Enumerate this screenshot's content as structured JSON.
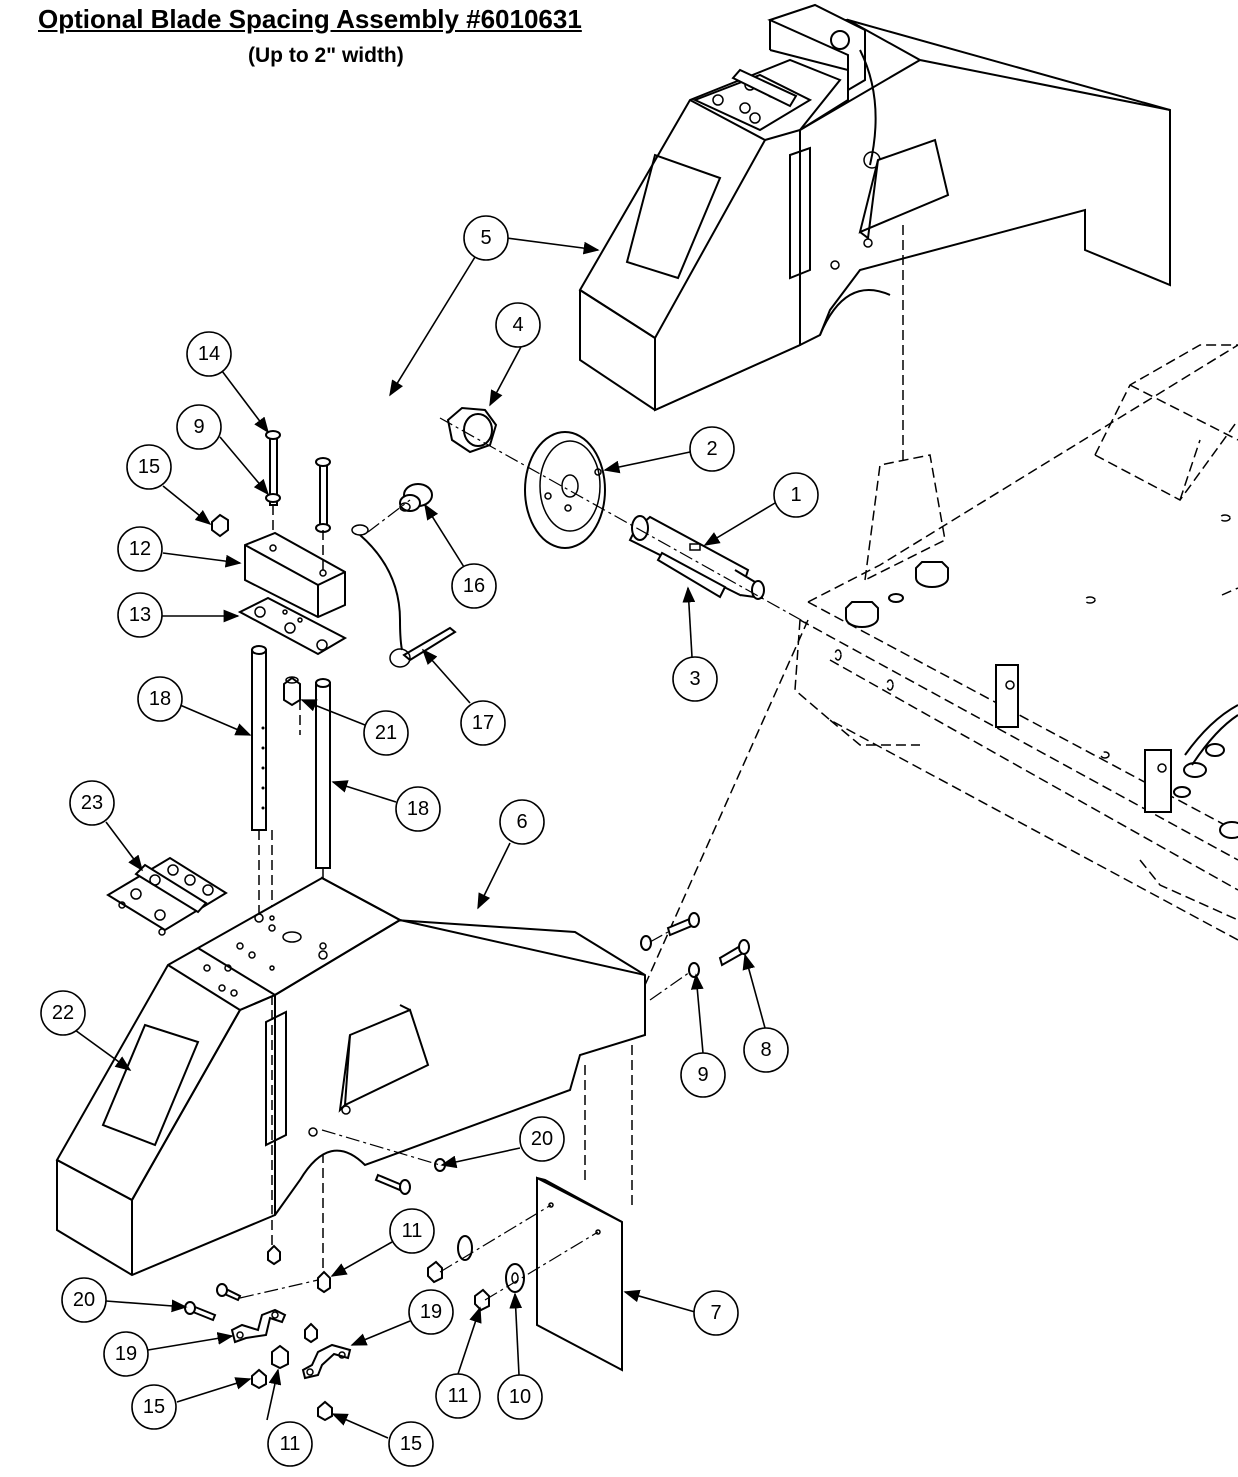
{
  "title": "Optional Blade Spacing Assembly #6010631",
  "subtitle": "(Up to 2\" width)",
  "callouts": [
    {
      "id": "c1",
      "label": "1"
    },
    {
      "id": "c2",
      "label": "2"
    },
    {
      "id": "c3",
      "label": "3"
    },
    {
      "id": "c4",
      "label": "4"
    },
    {
      "id": "c5a",
      "label": "5"
    },
    {
      "id": "c5b",
      "label": "5"
    },
    {
      "id": "c6",
      "label": "6"
    },
    {
      "id": "c7",
      "label": "7"
    },
    {
      "id": "c8",
      "label": "8"
    },
    {
      "id": "c9a",
      "label": "9"
    },
    {
      "id": "c9b",
      "label": "9"
    },
    {
      "id": "c10",
      "label": "10"
    },
    {
      "id": "c11a",
      "label": "11"
    },
    {
      "id": "c11b",
      "label": "11"
    },
    {
      "id": "c11c",
      "label": "11"
    },
    {
      "id": "c12",
      "label": "12"
    },
    {
      "id": "c13",
      "label": "13"
    },
    {
      "id": "c14",
      "label": "14"
    },
    {
      "id": "c15a",
      "label": "15"
    },
    {
      "id": "c15b",
      "label": "15"
    },
    {
      "id": "c15c",
      "label": "15"
    },
    {
      "id": "c16",
      "label": "16"
    },
    {
      "id": "c17",
      "label": "17"
    },
    {
      "id": "c18a",
      "label": "18"
    },
    {
      "id": "c18b",
      "label": "18"
    },
    {
      "id": "c19a",
      "label": "19"
    },
    {
      "id": "c19b",
      "label": "19"
    },
    {
      "id": "c20a",
      "label": "20"
    },
    {
      "id": "c20b",
      "label": "20"
    },
    {
      "id": "c21",
      "label": "21"
    },
    {
      "id": "c22",
      "label": "22"
    },
    {
      "id": "c23",
      "label": "23"
    }
  ]
}
